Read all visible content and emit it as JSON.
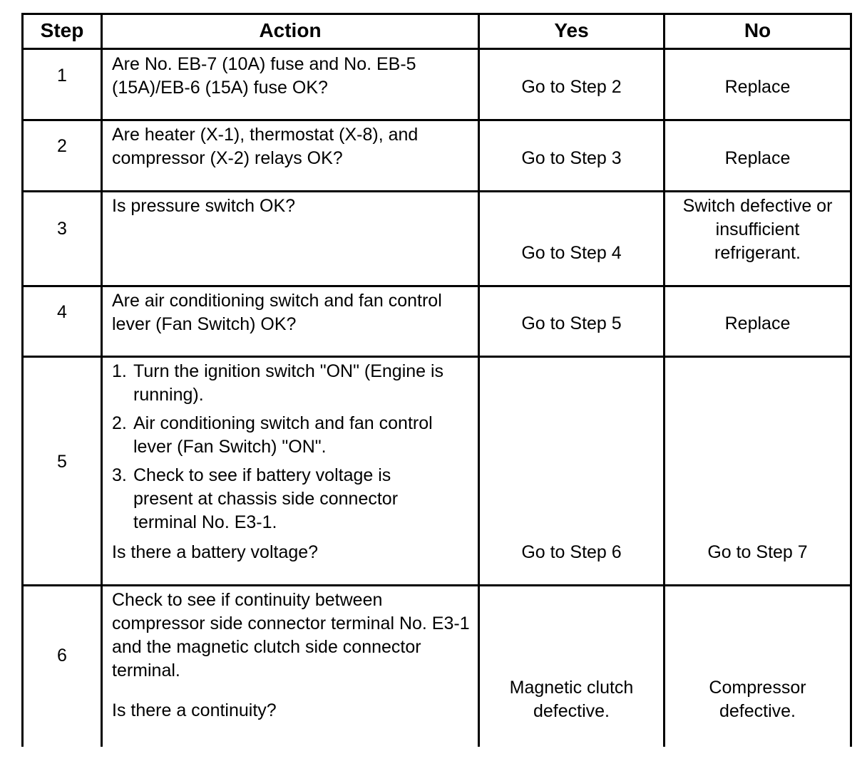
{
  "headers": {
    "step": "Step",
    "action": "Action",
    "yes": "Yes",
    "no": "No"
  },
  "rows": [
    {
      "step": "1",
      "action": "Are No. EB-7 (10A) fuse and No. EB-5 (15A)/EB-6 (15A) fuse OK?",
      "yes": "Go to Step 2",
      "no": "Replace"
    },
    {
      "step": "2",
      "action": "Are heater (X-1), thermostat (X-8), and compressor (X-2) relays OK?",
      "yes": "Go to Step 3",
      "no": "Replace"
    },
    {
      "step": "3",
      "action": "Is pressure switch OK?",
      "yes": "Go to Step 4",
      "no": "Switch defective or insufficient refrigerant."
    },
    {
      "step": "4",
      "action": "Are air conditioning switch and fan control lever (Fan Switch) OK?",
      "yes": "Go to Step 5",
      "no": "Replace"
    },
    {
      "step": "5",
      "items": [
        {
          "num": "1.",
          "text": "Turn the ignition switch \"ON\" (Engine is running)."
        },
        {
          "num": "2.",
          "text": "Air conditioning switch and fan control lever (Fan Switch) \"ON\"."
        },
        {
          "num": "3.",
          "text": "Check to see if battery voltage is present at chassis side connector terminal No. E3-1."
        }
      ],
      "question": "Is there a battery voltage?",
      "yes": "Go to Step 6",
      "no": "Go to Step 7"
    },
    {
      "step": "6",
      "action": "Check to see if continuity between compressor side connector terminal No. E3-1 and the magnetic clutch side connector terminal.",
      "question": "Is there a continuity?",
      "yes": "Magnetic clutch defective.",
      "no": "Compressor defective."
    }
  ]
}
